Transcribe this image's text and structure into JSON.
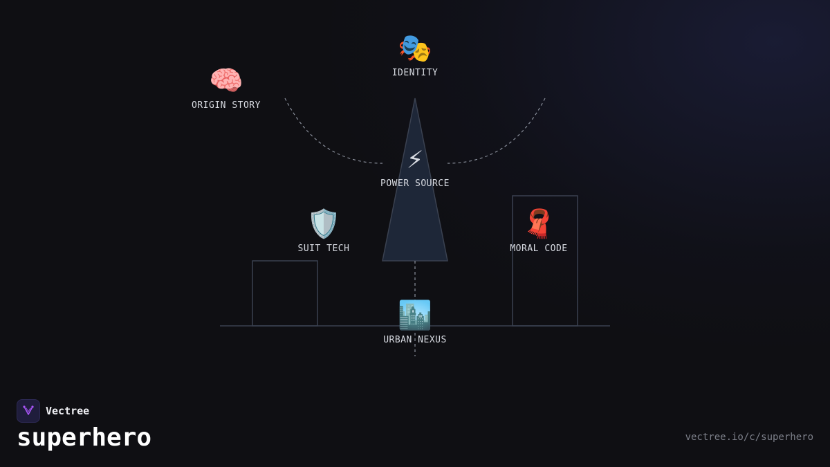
{
  "nodes": {
    "identity": {
      "label": "IDENTITY",
      "emoji": "🎭"
    },
    "origin_story": {
      "label": "ORIGIN STORY",
      "emoji": "🧠"
    },
    "power_source": {
      "label": "POWER SOURCE",
      "emoji": "⚡"
    },
    "suit_tech": {
      "label": "SUIT TECH",
      "emoji": "🛡️"
    },
    "moral_code": {
      "label": "MORAL CODE",
      "emoji": "🧣"
    },
    "urban_nexus": {
      "label": "URBAN NEXUS",
      "emoji": "🏙️"
    }
  },
  "brand": {
    "name": "Vectree",
    "logo_icon": "vectree-fork-icon",
    "logo_color": "#a855f7"
  },
  "collection": {
    "title": "superhero",
    "url": "vectree.io/c/superhero"
  },
  "colors": {
    "background": "#0f0f13",
    "line": "#3a4150",
    "triangle_fill": "#1e2738",
    "dashed": "#8a8f9b"
  }
}
